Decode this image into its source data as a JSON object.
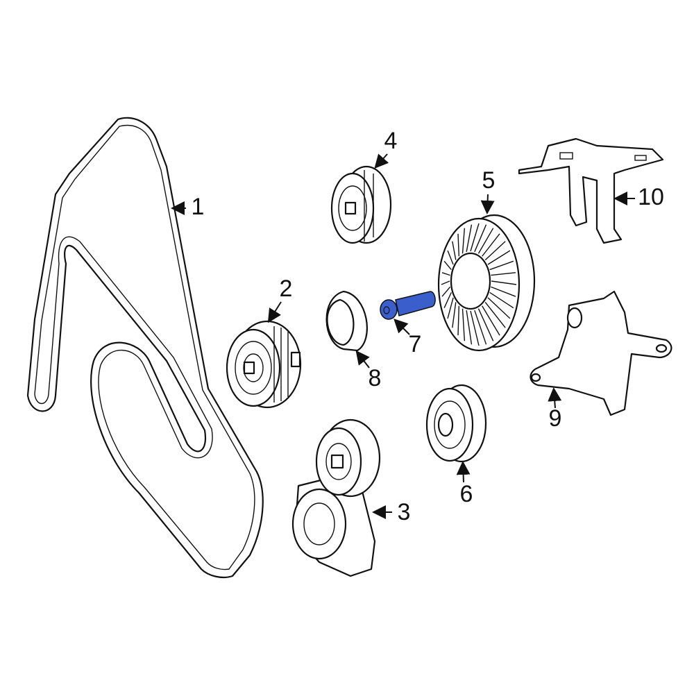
{
  "diagram": {
    "highlight_color": "#3a5fcd",
    "callouts": [
      "1",
      "2",
      "3",
      "4",
      "5",
      "6",
      "7",
      "8",
      "9",
      "10"
    ],
    "highlighted_part": "7"
  }
}
